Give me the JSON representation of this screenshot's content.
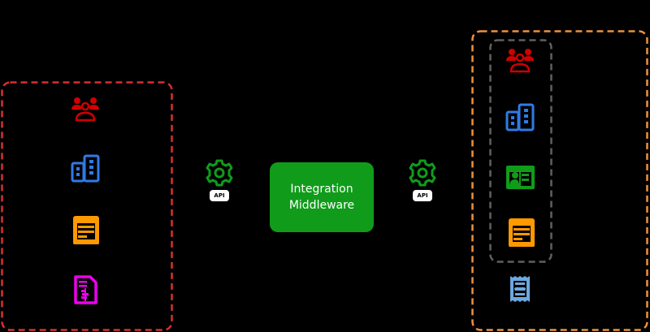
{
  "middleware": {
    "line1": "Integration",
    "line2": "Middleware",
    "color": "#109c1a"
  },
  "api_nodes": [
    {
      "label": "API",
      "icon": "gear-icon",
      "color": "#109c1a"
    },
    {
      "label": "API",
      "icon": "gear-icon",
      "color": "#109c1a"
    }
  ],
  "groups": {
    "left": {
      "border_color": "#d63031",
      "border_style": "dashed",
      "icons": [
        {
          "name": "users-group-icon",
          "color": "#d00000"
        },
        {
          "name": "buildings-icon",
          "color": "#2f7be6"
        },
        {
          "name": "document-icon",
          "color": "#ff9900"
        },
        {
          "name": "invoice-icon",
          "color": "#ee00ee"
        }
      ]
    },
    "right": {
      "border_color": "#f0913a",
      "border_style": "dashed",
      "inner": {
        "border_color": "#606060",
        "border_style": "dashed",
        "icons": [
          {
            "name": "users-group-icon",
            "color": "#d00000"
          },
          {
            "name": "buildings-icon",
            "color": "#2f7be6"
          },
          {
            "name": "id-card-icon",
            "color": "#109c1a"
          },
          {
            "name": "document-icon",
            "color": "#ff9900"
          }
        ]
      },
      "icons": [
        {
          "name": "receipt-icon",
          "color": "#6ea8e0"
        }
      ]
    }
  }
}
